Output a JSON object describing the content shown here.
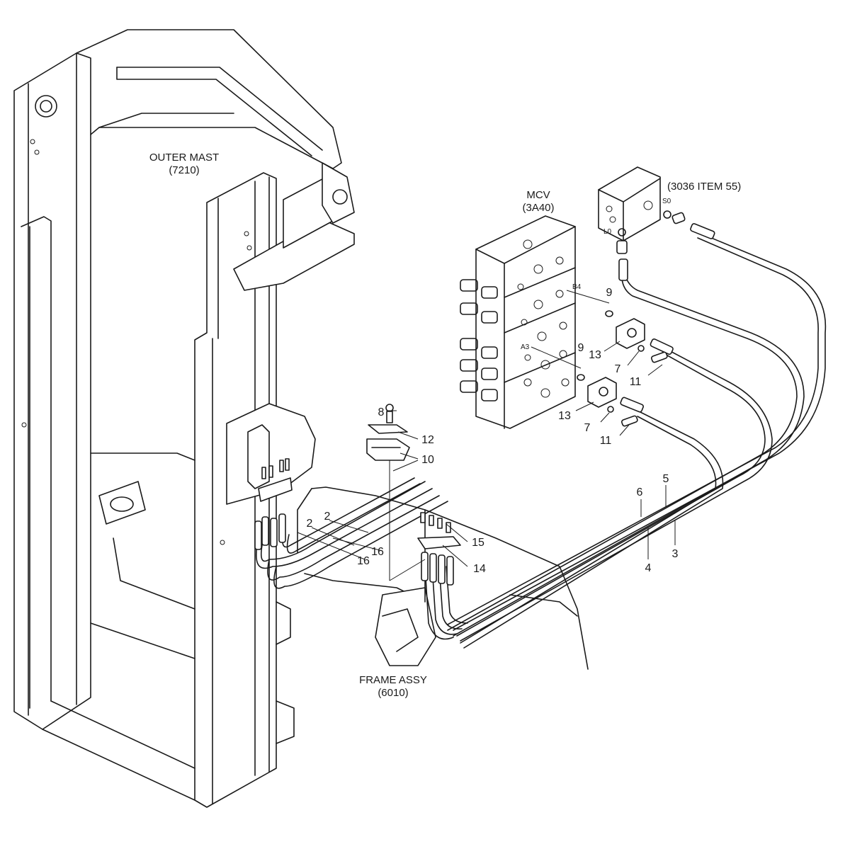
{
  "labels": {
    "outer_mast": "OUTER MAST",
    "outer_mast_code": "(7210)",
    "mcv": "MCV",
    "mcv_code": "(3A40)",
    "valve_item": "(3036 ITEM 55)",
    "frame_assy": "FRAME ASSY",
    "frame_code": "(6010)",
    "port_b4": "B4",
    "port_a3": "A3",
    "port_s0": "S0",
    "port_l0": "L0"
  },
  "callouts": {
    "n2a": "2",
    "n2b": "2",
    "n3": "3",
    "n4": "4",
    "n5": "5",
    "n6": "6",
    "n7a": "7",
    "n7b": "7",
    "n8": "8",
    "n9a": "9",
    "n9b": "9",
    "n10": "10",
    "n11a": "11",
    "n11b": "11",
    "n12": "12",
    "n13a": "13",
    "n13b": "13",
    "n14": "14",
    "n15": "15",
    "n16a": "16",
    "n16b": "16"
  }
}
